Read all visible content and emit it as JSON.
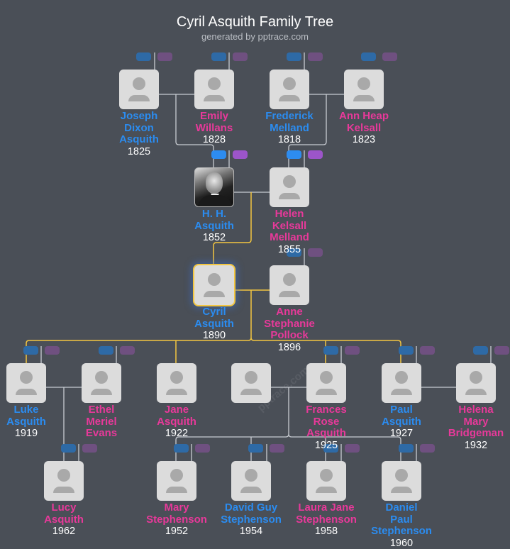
{
  "header": {
    "title": "Cyril Asquith Family Tree",
    "subtitle": "generated by pptrace.com"
  },
  "watermark": "pptrace.com",
  "colors": {
    "background": "#4a4f57",
    "male": "#2b8cf0",
    "female": "#e8399a",
    "highlight": "#f3c640",
    "line": "#c8ccd2",
    "descent_line": "#f3c640"
  },
  "people": [
    {
      "id": "joseph",
      "name_lines": [
        "Joseph",
        "Dixon",
        "Asquith"
      ],
      "year": "1825",
      "sex": "m",
      "badges": "dim"
    },
    {
      "id": "emily",
      "name_lines": [
        "Emily",
        "Willans"
      ],
      "year": "1828",
      "sex": "f",
      "badges": "dim"
    },
    {
      "id": "frederick",
      "name_lines": [
        "Frederick",
        "Melland"
      ],
      "year": "1818",
      "sex": "m",
      "badges": "dim"
    },
    {
      "id": "ann",
      "name_lines": [
        "Ann Heap",
        "Kelsall"
      ],
      "year": "1823",
      "sex": "f",
      "badges": "dim"
    },
    {
      "id": "hh",
      "name_lines": [
        "H. H.",
        "Asquith"
      ],
      "year": "1852",
      "sex": "m",
      "badges": "on",
      "photo": true
    },
    {
      "id": "helen",
      "name_lines": [
        "Helen",
        "Kelsall",
        "Melland"
      ],
      "year": "1855",
      "sex": "f",
      "badges": "on"
    },
    {
      "id": "cyril",
      "name_lines": [
        "Cyril",
        "Asquith"
      ],
      "year": "1890",
      "sex": "m",
      "badges": "none",
      "selected": true
    },
    {
      "id": "anne",
      "name_lines": [
        "Anne",
        "Stephanie",
        "Pollock"
      ],
      "year": "1896",
      "sex": "f",
      "badges": "dim"
    },
    {
      "id": "luke",
      "name_lines": [
        "Luke",
        "Asquith"
      ],
      "year": "1919",
      "sex": "m",
      "badges": "dim"
    },
    {
      "id": "ethel",
      "name_lines": [
        "Ethel",
        "Meriel",
        "Evans"
      ],
      "year": "",
      "sex": "f",
      "badges": "dim"
    },
    {
      "id": "jane",
      "name_lines": [
        "Jane",
        "Asquith"
      ],
      "year": "1922",
      "sex": "f",
      "badges": "none"
    },
    {
      "id": "unknown",
      "name_lines": [],
      "year": "",
      "sex": "m",
      "badges": "none"
    },
    {
      "id": "frances",
      "name_lines": [
        "Frances",
        "Rose",
        "Asquith"
      ],
      "year": "1925",
      "sex": "f",
      "badges": "dim"
    },
    {
      "id": "paul",
      "name_lines": [
        "Paul",
        "Asquith"
      ],
      "year": "1927",
      "sex": "m",
      "badges": "dim"
    },
    {
      "id": "helena",
      "name_lines": [
        "Helena",
        "Mary",
        "Bridgeman"
      ],
      "year": "1932",
      "sex": "f",
      "badges": "dim"
    },
    {
      "id": "lucy",
      "name_lines": [
        "Lucy",
        "Asquith"
      ],
      "year": "1962",
      "sex": "f",
      "badges": "dim"
    },
    {
      "id": "mary",
      "name_lines": [
        "Mary",
        "Stephenson"
      ],
      "year": "1952",
      "sex": "f",
      "badges": "dim"
    },
    {
      "id": "david",
      "name_lines": [
        "David Guy",
        "Stephenson"
      ],
      "year": "1954",
      "sex": "m",
      "badges": "dim"
    },
    {
      "id": "laura",
      "name_lines": [
        "Laura Jane",
        "Stephenson"
      ],
      "year": "1958",
      "sex": "f",
      "badges": "dim"
    },
    {
      "id": "daniel",
      "name_lines": [
        "Daniel",
        "Paul",
        "Stephenson"
      ],
      "year": "1960",
      "sex": "m",
      "badges": "dim"
    }
  ]
}
